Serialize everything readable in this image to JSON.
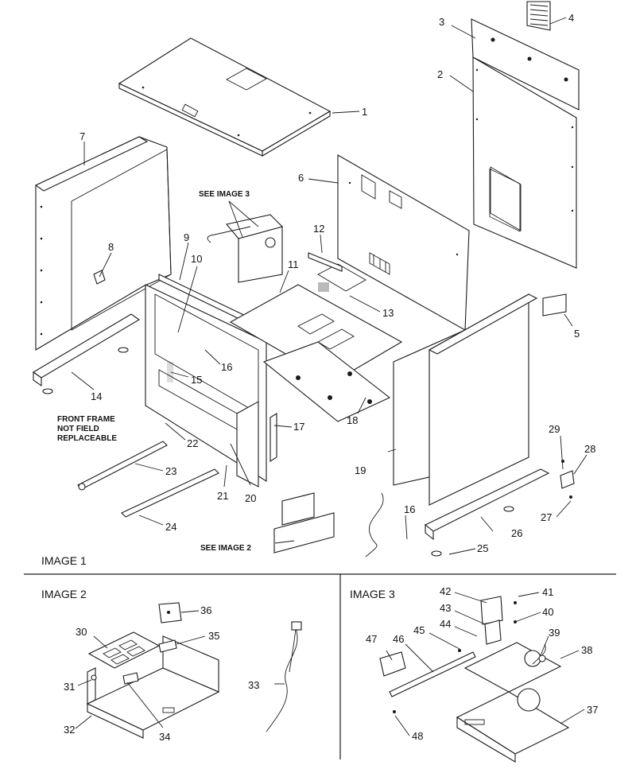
{
  "sections": {
    "image1": "IMAGE 1",
    "image2": "IMAGE 2",
    "image3": "IMAGE 3"
  },
  "notes": {
    "see_image_3": "SEE IMAGE 3",
    "see_image_2": "SEE IMAGE 2",
    "front_frame_1": "FRONT FRAME",
    "front_frame_2": "NOT FIELD",
    "front_frame_3": "REPLACEABLE"
  },
  "callouts": {
    "c1": "1",
    "c2": "2",
    "c3": "3",
    "c4": "4",
    "c5": "5",
    "c6": "6",
    "c7": "7",
    "c8": "8",
    "c9": "9",
    "c10": "10",
    "c11": "11",
    "c12": "12",
    "c13": "13",
    "c14": "14",
    "c15": "15",
    "c16a": "16",
    "c16b": "16",
    "c17": "17",
    "c18": "18",
    "c19": "19",
    "c20": "20",
    "c21": "21",
    "c22": "22",
    "c23": "23",
    "c24": "24",
    "c25": "25",
    "c26": "26",
    "c27": "27",
    "c28": "28",
    "c29": "29",
    "c30": "30",
    "c31": "31",
    "c32": "32",
    "c33": "33",
    "c34": "34",
    "c35": "35",
    "c36": "36",
    "c37": "37",
    "c38": "38",
    "c39": "39",
    "c40": "40",
    "c41": "41",
    "c42": "42",
    "c43": "43",
    "c44": "44",
    "c45": "45",
    "c46": "46",
    "c47": "47",
    "c48": "48"
  }
}
